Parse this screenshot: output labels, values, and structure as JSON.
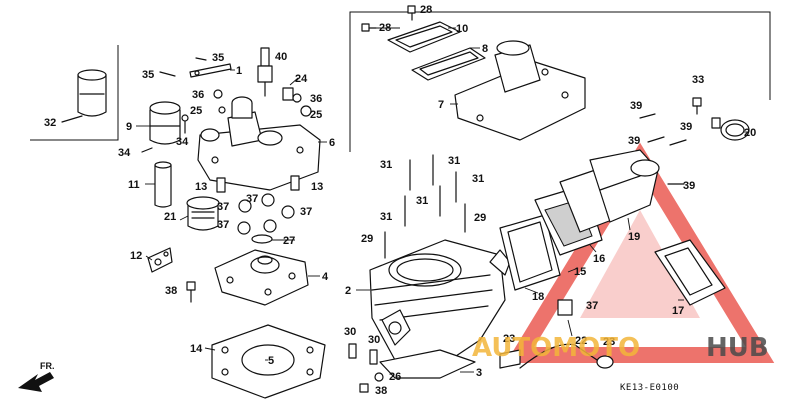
{
  "diagram": {
    "part_code": "KE13-E0100",
    "direction_label": "FR.",
    "watermark": {
      "text_a": "AUTOMOTO",
      "text_b": "HUB",
      "logo": "automotohub-triangle-logo"
    },
    "callouts": [
      {
        "id": "c1",
        "text": "1"
      },
      {
        "id": "c2",
        "text": "2"
      },
      {
        "id": "c3",
        "text": "3"
      },
      {
        "id": "c4",
        "text": "4"
      },
      {
        "id": "c5",
        "text": "5"
      },
      {
        "id": "c6",
        "text": "6"
      },
      {
        "id": "c7",
        "text": "7"
      },
      {
        "id": "c8",
        "text": "8"
      },
      {
        "id": "c9",
        "text": "9"
      },
      {
        "id": "c10",
        "text": "10"
      },
      {
        "id": "c11",
        "text": "11"
      },
      {
        "id": "c12",
        "text": "12"
      },
      {
        "id": "c13a",
        "text": "13"
      },
      {
        "id": "c13b",
        "text": "13"
      },
      {
        "id": "c14",
        "text": "14"
      },
      {
        "id": "c15",
        "text": "15"
      },
      {
        "id": "c16",
        "text": "16"
      },
      {
        "id": "c17",
        "text": "17"
      },
      {
        "id": "c18",
        "text": "18"
      },
      {
        "id": "c19",
        "text": "19"
      },
      {
        "id": "c20",
        "text": "20"
      },
      {
        "id": "c21",
        "text": "21"
      },
      {
        "id": "c22",
        "text": "22"
      },
      {
        "id": "c23a",
        "text": "23"
      },
      {
        "id": "c23b",
        "text": "23"
      },
      {
        "id": "c24",
        "text": "24"
      },
      {
        "id": "c25a",
        "text": "25"
      },
      {
        "id": "c25b",
        "text": "25"
      },
      {
        "id": "c26",
        "text": "26"
      },
      {
        "id": "c27",
        "text": "27"
      },
      {
        "id": "c28a",
        "text": "28"
      },
      {
        "id": "c28b",
        "text": "28"
      },
      {
        "id": "c29a",
        "text": "29"
      },
      {
        "id": "c29b",
        "text": "29"
      },
      {
        "id": "c30a",
        "text": "30"
      },
      {
        "id": "c30b",
        "text": "30"
      },
      {
        "id": "c31a",
        "text": "31"
      },
      {
        "id": "c31b",
        "text": "31"
      },
      {
        "id": "c31c",
        "text": "31"
      },
      {
        "id": "c31d",
        "text": "31"
      },
      {
        "id": "c31e",
        "text": "31"
      },
      {
        "id": "c32",
        "text": "32"
      },
      {
        "id": "c33",
        "text": "33"
      },
      {
        "id": "c34a",
        "text": "34"
      },
      {
        "id": "c34b",
        "text": "34"
      },
      {
        "id": "c35a",
        "text": "35"
      },
      {
        "id": "c35b",
        "text": "35"
      },
      {
        "id": "c36a",
        "text": "36"
      },
      {
        "id": "c36b",
        "text": "36"
      },
      {
        "id": "c37a",
        "text": "37"
      },
      {
        "id": "c37b",
        "text": "37"
      },
      {
        "id": "c37c",
        "text": "37"
      },
      {
        "id": "c37d",
        "text": "37"
      },
      {
        "id": "c37e",
        "text": "37"
      },
      {
        "id": "c38a",
        "text": "38"
      },
      {
        "id": "c38b",
        "text": "38"
      },
      {
        "id": "c39a",
        "text": "39"
      },
      {
        "id": "c39b",
        "text": "39"
      },
      {
        "id": "c39c",
        "text": "39"
      },
      {
        "id": "c39d",
        "text": "39"
      },
      {
        "id": "c40",
        "text": "40"
      }
    ]
  }
}
